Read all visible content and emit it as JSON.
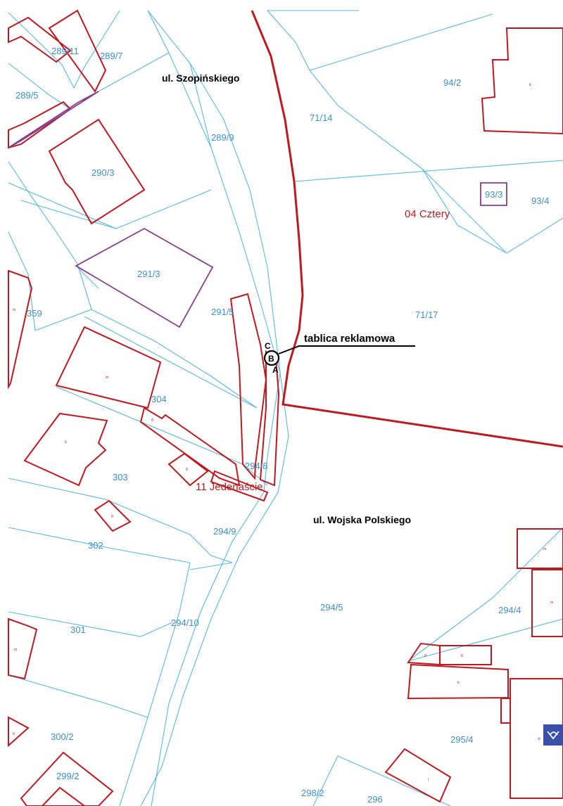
{
  "streets": {
    "szopinskiego": "ul. Szopińskiego",
    "wojska_polskiego": "ul. Wojska Polskiego"
  },
  "precincts": {
    "p04": "04 Cztery",
    "p11": "11 Jedenaście"
  },
  "annotation": {
    "label": "tablica reklamowa",
    "point_a": "A",
    "point_b": "B",
    "point_c": "C"
  },
  "parcels": {
    "p289_11": "289/11",
    "p289_7": "289/7",
    "p289_5": "289/5",
    "p289_9": "289/9",
    "p290_3": "290/3",
    "p291_3": "291/3",
    "p291_5": "291/5",
    "p359": "359",
    "p304": "304",
    "p303": "303",
    "p302": "302",
    "p301": "301",
    "p300_2": "300/2",
    "p299_2": "299/2",
    "p294_8": "294/8",
    "p294_9": "294/9",
    "p294_10": "294/10",
    "p294_5": "294/5",
    "p294_4": "294/4",
    "p295_4": "295/4",
    "p298_2": "298/2",
    "p296": "296",
    "p94_2": "94/2",
    "p71_14": "71/14",
    "p93_3": "93/3",
    "p93_4": "93/4",
    "p71_17": "71/17"
  },
  "building_codes": {
    "m": "m",
    "b": "b",
    "g": "g",
    "h": "h",
    "i": "i"
  },
  "colors": {
    "parcel_line": "#55b8e6",
    "building_line": "#c0181e",
    "boundary": "#c0181e",
    "parcel_label": "#3a8fd0",
    "precinct_label": "#c0181e",
    "postal_badge": "#3a4fa8"
  },
  "icons": {
    "postal": "post-horn-icon"
  }
}
